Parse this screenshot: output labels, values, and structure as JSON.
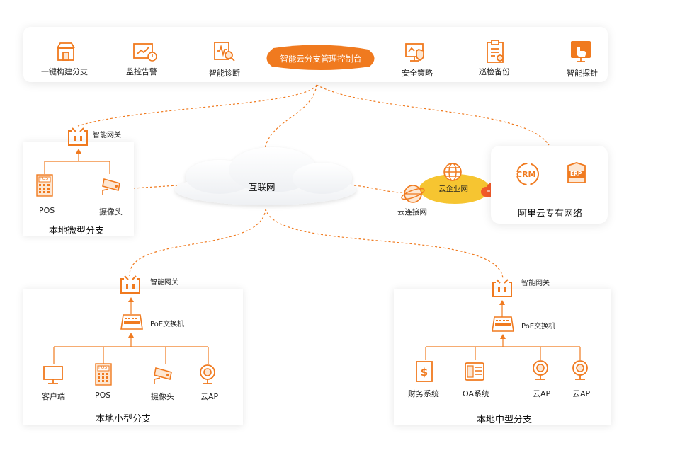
{
  "colors": {
    "accent": "#f07a1f",
    "light": "#fde7d3",
    "cloud_grad": "#f0f2f5",
    "yellow": "#f6c531"
  },
  "console": {
    "title": "智能云分支管理控制台",
    "items": [
      "一键构建分支",
      "监控告警",
      "智能诊断",
      "安全策略",
      "巡检备份",
      "智能探针"
    ]
  },
  "internet": "互联网",
  "cloud_connect": {
    "enterprise": "云企业网",
    "connect": "云连接网"
  },
  "aliyun": {
    "title": "阿里云专有网络",
    "crm": "CRM",
    "erp": "ERP"
  },
  "micro": {
    "title": "本地微型分支",
    "gateway": "智能网关",
    "pos": "POS",
    "camera": "摄像头",
    "pos_screen": "POS"
  },
  "small": {
    "title": "本地小型分支",
    "gateway": "智能网关",
    "switch": "PoE交换机",
    "items": [
      "客户端",
      "POS",
      "摄像头",
      "云AP"
    ],
    "pos_screen": "POS"
  },
  "medium": {
    "title": "本地中型分支",
    "gateway": "智能网关",
    "switch": "PoE交换机",
    "items": [
      "财务系统",
      "OA系统",
      "云AP",
      "云AP"
    ]
  }
}
